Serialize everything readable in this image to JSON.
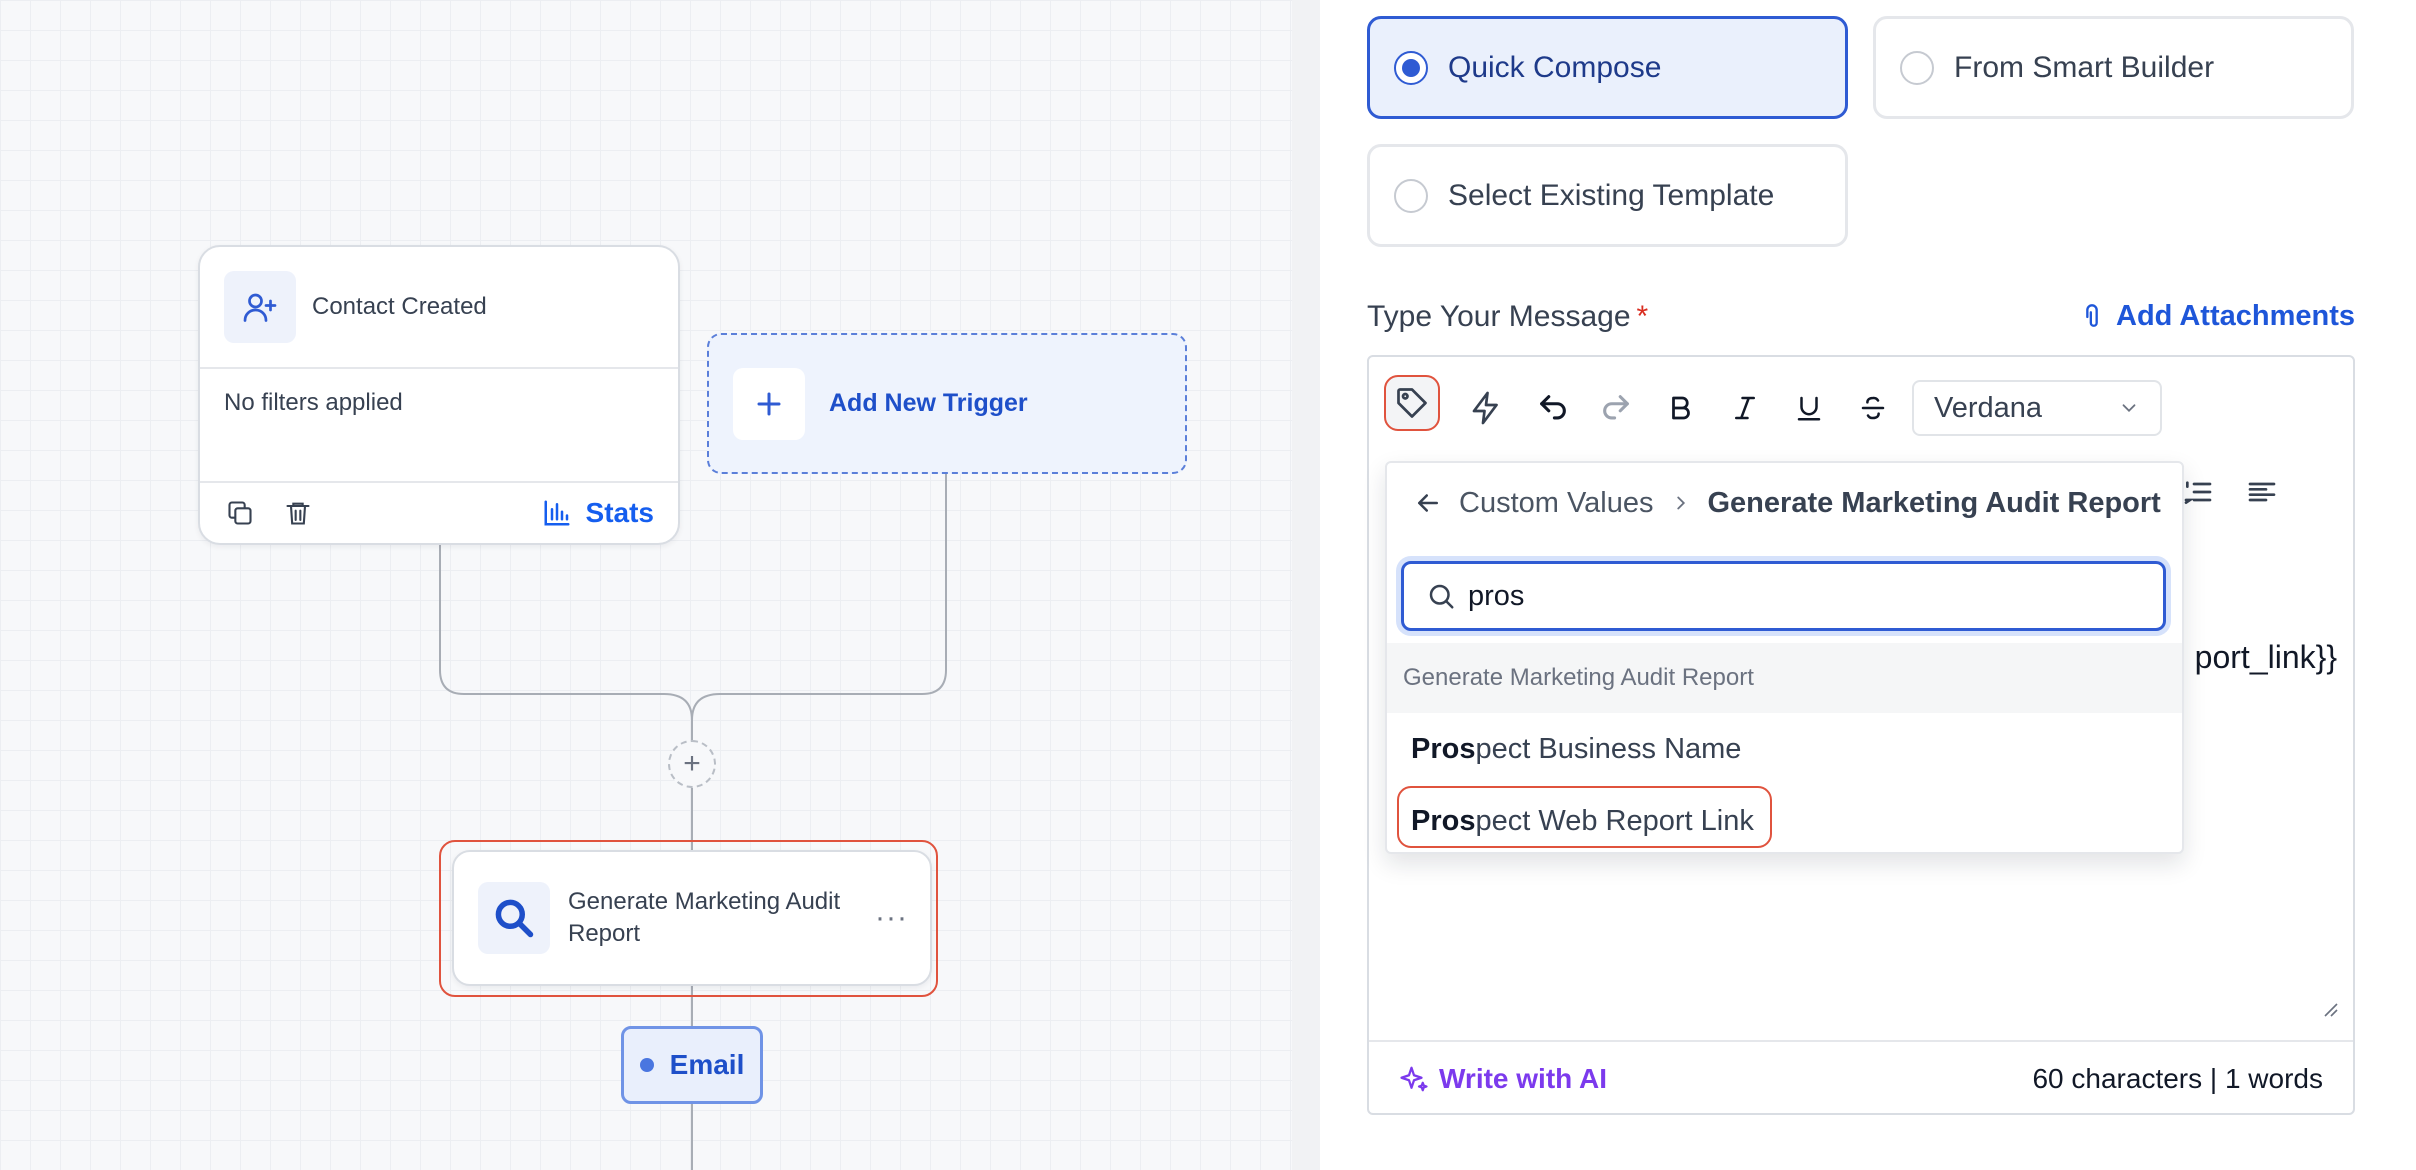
{
  "canvas": {
    "trigger": {
      "title": "Contact Created",
      "filters": "No filters applied",
      "stats_label": "Stats"
    },
    "add_trigger_label": "Add New Trigger",
    "action": {
      "title": "Generate Marketing Audit Report",
      "more": "···"
    },
    "email_label": "Email",
    "plus_symbol": "+"
  },
  "panel": {
    "options": {
      "quick_compose": "Quick Compose",
      "smart_builder": "From Smart Builder",
      "existing_template": "Select Existing Template"
    },
    "message_label": "Type Your Message",
    "required_mark": "*",
    "attachments_label": "Add Attachments",
    "font_select_value": "Verdana",
    "editor_visible_text": "port_link}}",
    "ai_button_label": "Write with AI",
    "counter_text": "60 characters | 1 words"
  },
  "dropdown": {
    "crumb_parent": "Custom Values",
    "crumb_current": "Generate Marketing Audit Report",
    "search_value": "pros",
    "group_label": "Generate Marketing Audit Report",
    "items": [
      {
        "match": "Pros",
        "rest": "pect Business Name"
      },
      {
        "match": "Pros",
        "rest": "pect Web Report Link"
      }
    ]
  },
  "colors": {
    "accent": "#2f5bd3",
    "highlight": "#e0533e",
    "ai": "#7c3aed"
  }
}
